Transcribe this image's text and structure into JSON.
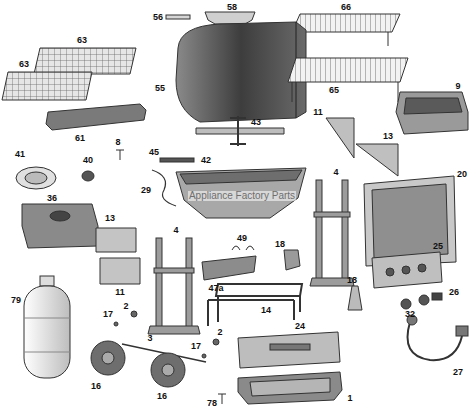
{
  "diagram": {
    "labels": [
      "56",
      "58",
      "66",
      "63",
      "63",
      "55",
      "65",
      "9",
      "61",
      "43",
      "8",
      "11",
      "13",
      "41",
      "40",
      "45",
      "29",
      "42",
      "20",
      "36",
      "13",
      "49",
      "11",
      "4",
      "4",
      "47a",
      "18",
      "25",
      "14",
      "18",
      "79",
      "2",
      "32",
      "26",
      "17",
      "3",
      "2",
      "24",
      "27",
      "16",
      "17",
      "16",
      "78",
      "1",
      "Appliance Factory Parts"
    ]
  }
}
